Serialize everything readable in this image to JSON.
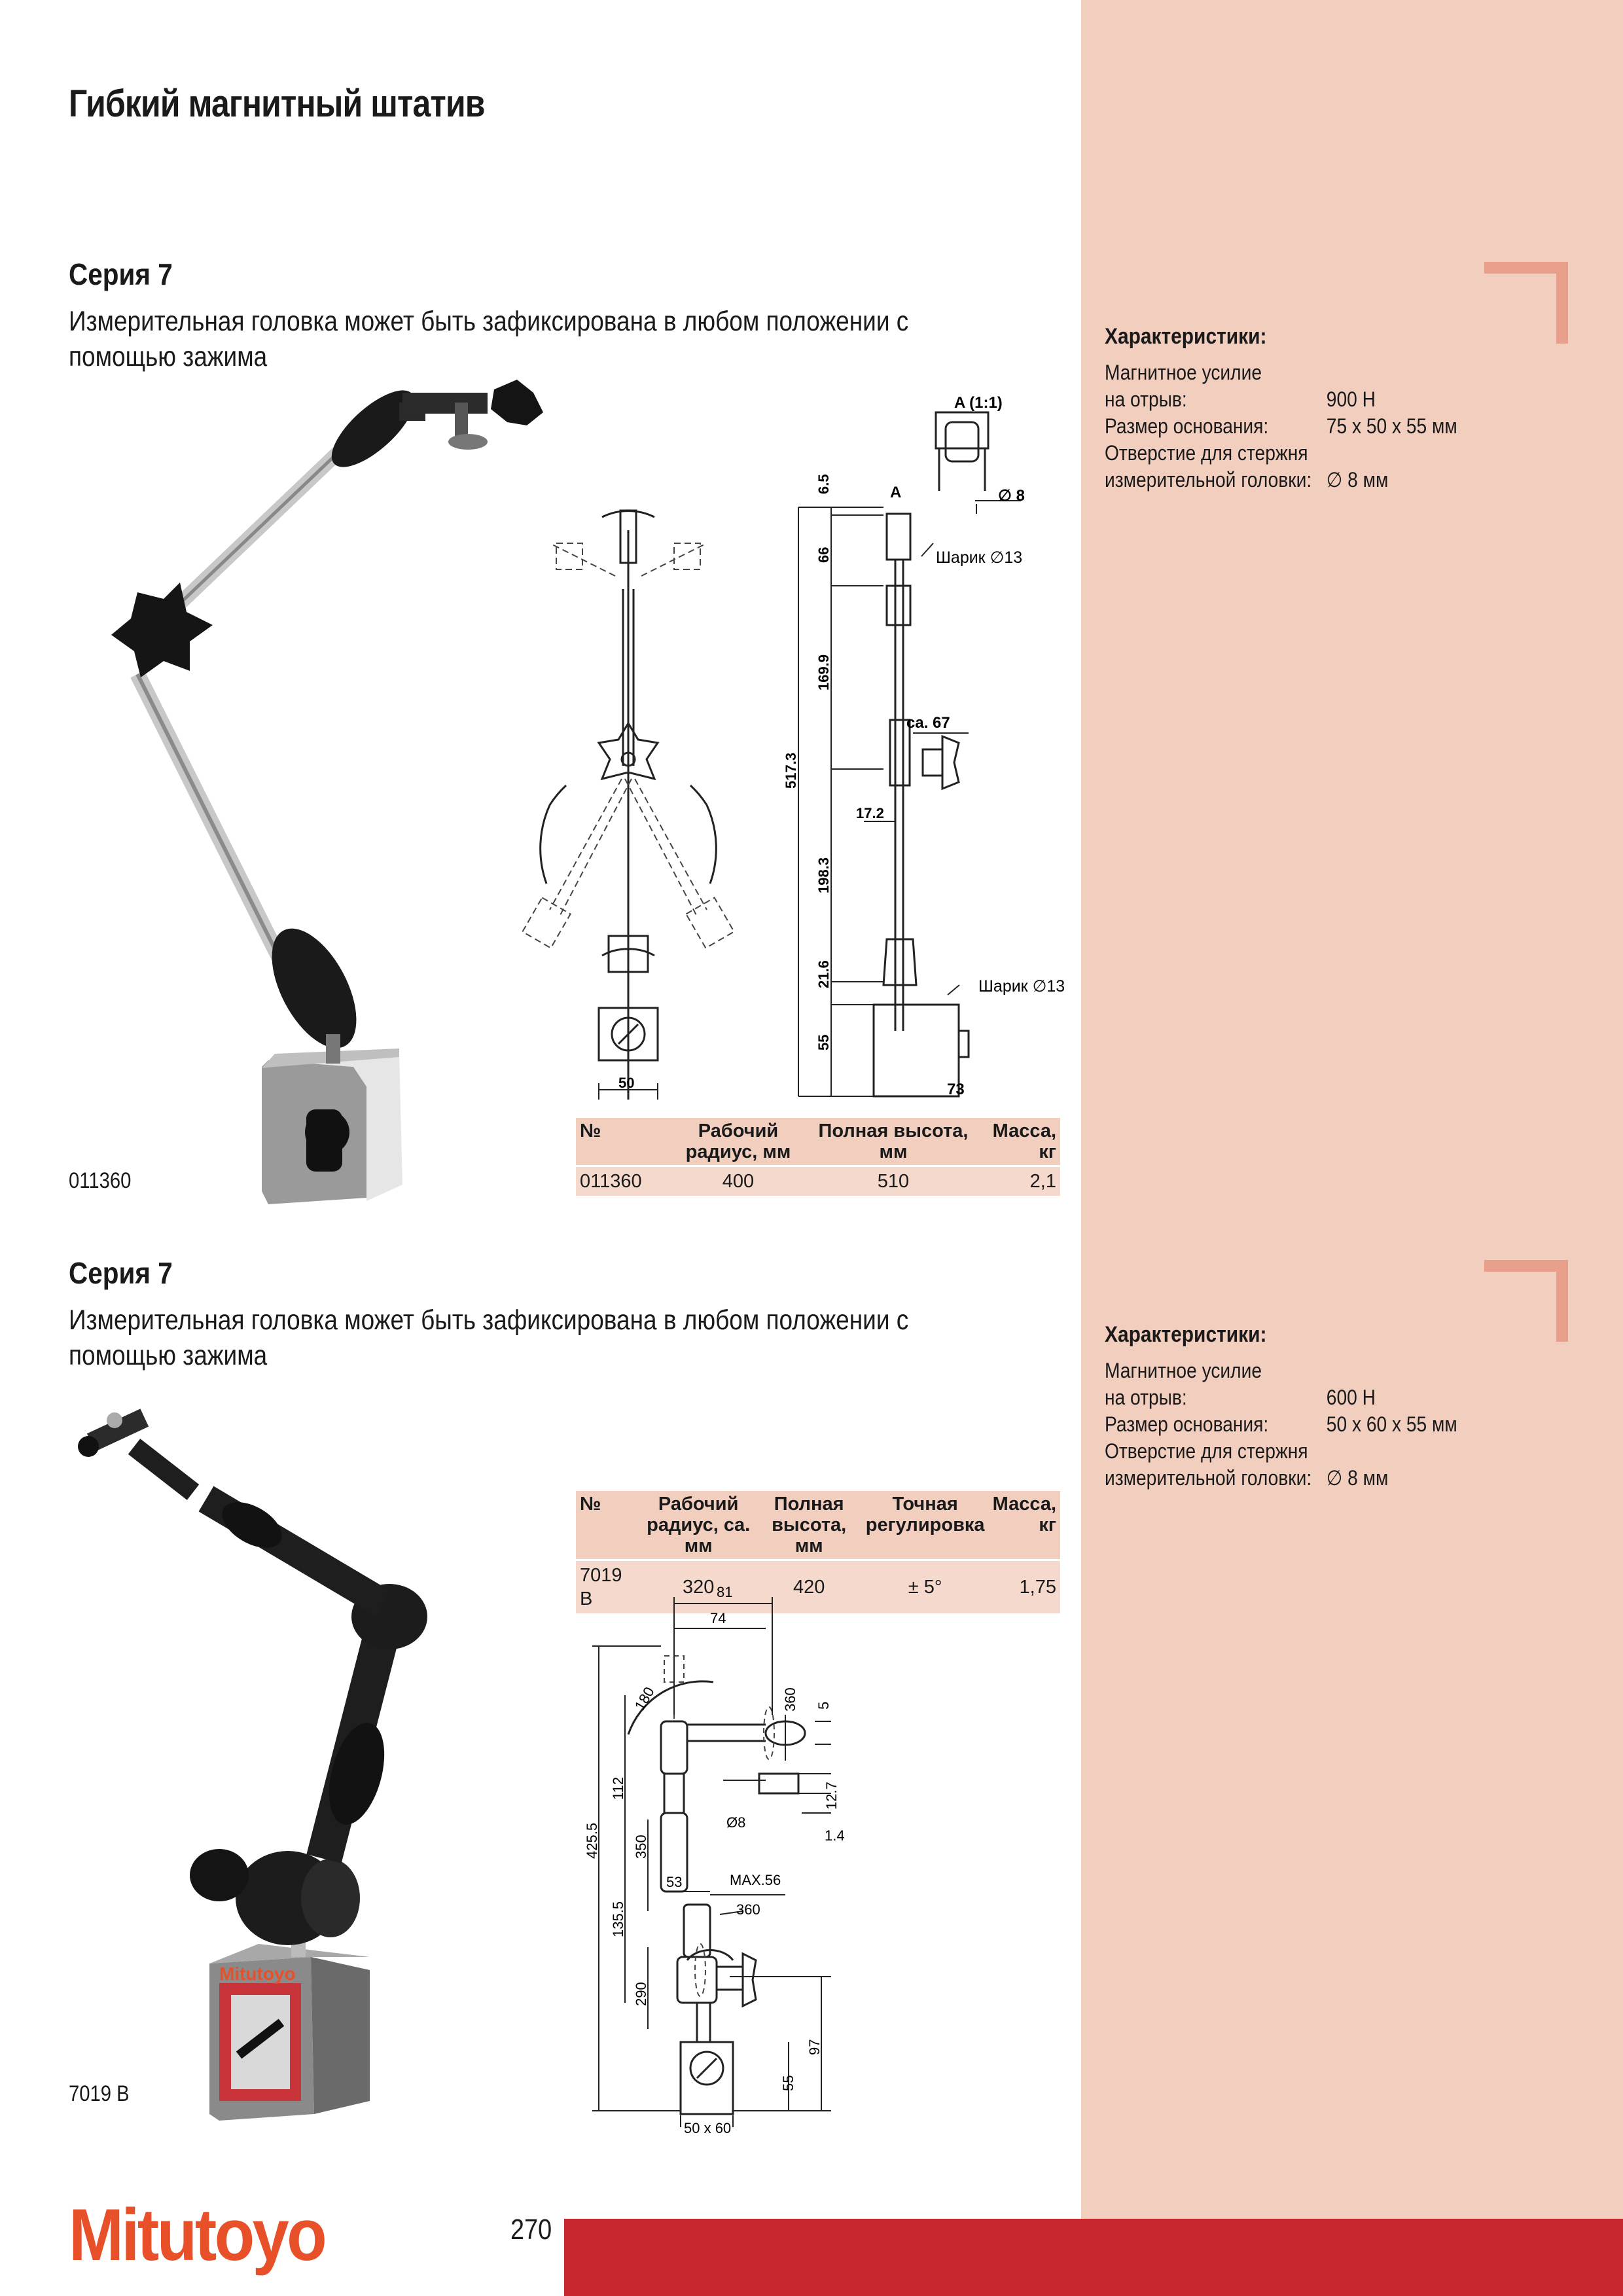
{
  "page": {
    "title": "Гибкий магнитный штатив",
    "number": "270",
    "brand": "Mitutoyo"
  },
  "products": [
    {
      "series": "Серия 7",
      "description": "Измерительная головка может быть зафиксирована в любом положении с помощью зажима",
      "code": "011360",
      "table": {
        "headers": [
          "№",
          "Рабочий радиус, мм",
          "Полная высота, мм",
          "Масса, кг"
        ],
        "row": [
          "011360",
          "400",
          "510",
          "2,1"
        ]
      },
      "characteristics": {
        "title": "Характеристики:",
        "items": [
          {
            "label": "Магнитное усилие",
            "value": ""
          },
          {
            "label": "на отрыв:",
            "value": "900 Н"
          },
          {
            "label": "Размер основания:",
            "value": "75 x 50 x 55 мм"
          },
          {
            "label": "Отверстие для стержня",
            "value": ""
          },
          {
            "label": "измерительной головки:",
            "value": "∅ 8 мм"
          }
        ]
      },
      "drawing": {
        "detail": "A (1:1)",
        "d8": "∅ 8",
        "a": "A",
        "ball_top": "Шарик ∅13",
        "ball_bottom": "Шарик ∅13",
        "ca67": "ca. 67",
        "dims": [
          "6.5",
          "66",
          "169.9",
          "517.3",
          "17.2",
          "198.3",
          "21.6",
          "55"
        ],
        "w50": "50",
        "w73": "73"
      }
    },
    {
      "series": "Серия 7",
      "description": "Измерительная головка может быть зафиксирована в любом положении с помощью зажима",
      "code": "7019 B",
      "table": {
        "headers": [
          "№",
          "Рабочий радиус, ca. мм",
          "Полная высота, мм",
          "Точная регулировка",
          "Масса, кг"
        ],
        "row": [
          "7019 B",
          "320",
          "420",
          "± 5°",
          "1,75"
        ]
      },
      "characteristics": {
        "title": "Характеристики:",
        "items": [
          {
            "label": "Магнитное усилие",
            "value": ""
          },
          {
            "label": "на отрыв:",
            "value": "600 Н"
          },
          {
            "label": "Размер основания:",
            "value": "50 x 60 x 55 мм"
          },
          {
            "label": "Отверстие для стержня",
            "value": ""
          },
          {
            "label": "измерительной головки:",
            "value": "∅ 8 мм"
          }
        ]
      },
      "drawing": {
        "d81": "81",
        "d74": "74",
        "d180": "180",
        "d360a": "360",
        "d5": "5",
        "d112": "112",
        "d4255": "425.5",
        "d350": "350",
        "d8": "Ø8",
        "d127": "12.7",
        "d14": "1.4",
        "d53": "53",
        "max56": "MAX.56",
        "d360b": "360",
        "d1355": "135.5",
        "d290": "290",
        "d97": "97",
        "d55": "55",
        "d50x60": "50 x 60"
      }
    }
  ]
}
